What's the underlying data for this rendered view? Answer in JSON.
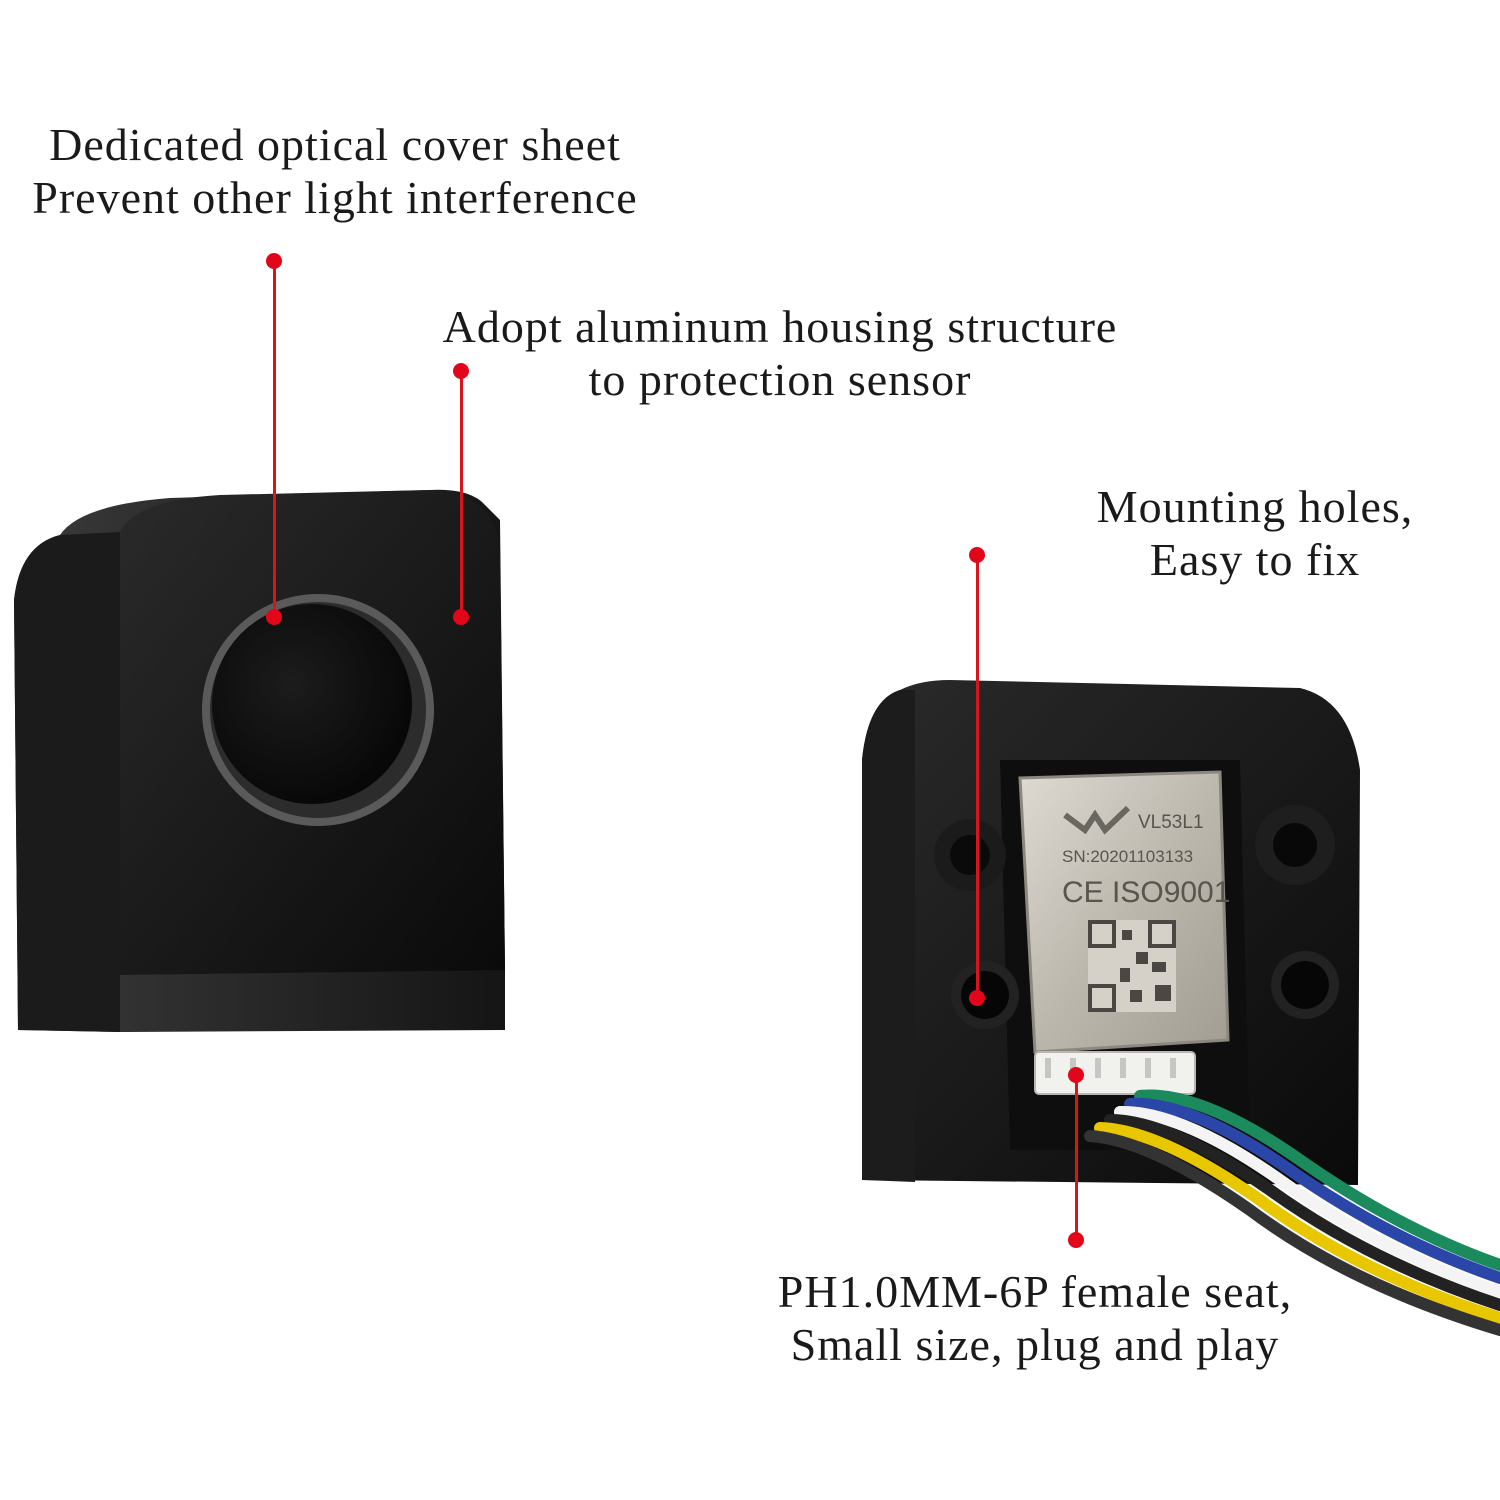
{
  "captions": {
    "cover": {
      "line1": "Dedicated optical cover sheet",
      "line2": "Prevent other light interference"
    },
    "housing": {
      "line1": "Adopt aluminum housing structure",
      "line2": "to protection sensor"
    },
    "holes": {
      "line1": "Mounting holes,",
      "line2": "Easy to fix"
    },
    "connector": {
      "line1": "PH1.0MM-6P female seat,",
      "line2": "Small size, plug and play"
    }
  },
  "module_label": {
    "model": "VL53L1",
    "serial": "SN:20201103133",
    "certs": "CE ISO9001"
  },
  "colors": {
    "accent": "#e3061a",
    "housing": "#141414",
    "shield": "#c9c4bb"
  }
}
